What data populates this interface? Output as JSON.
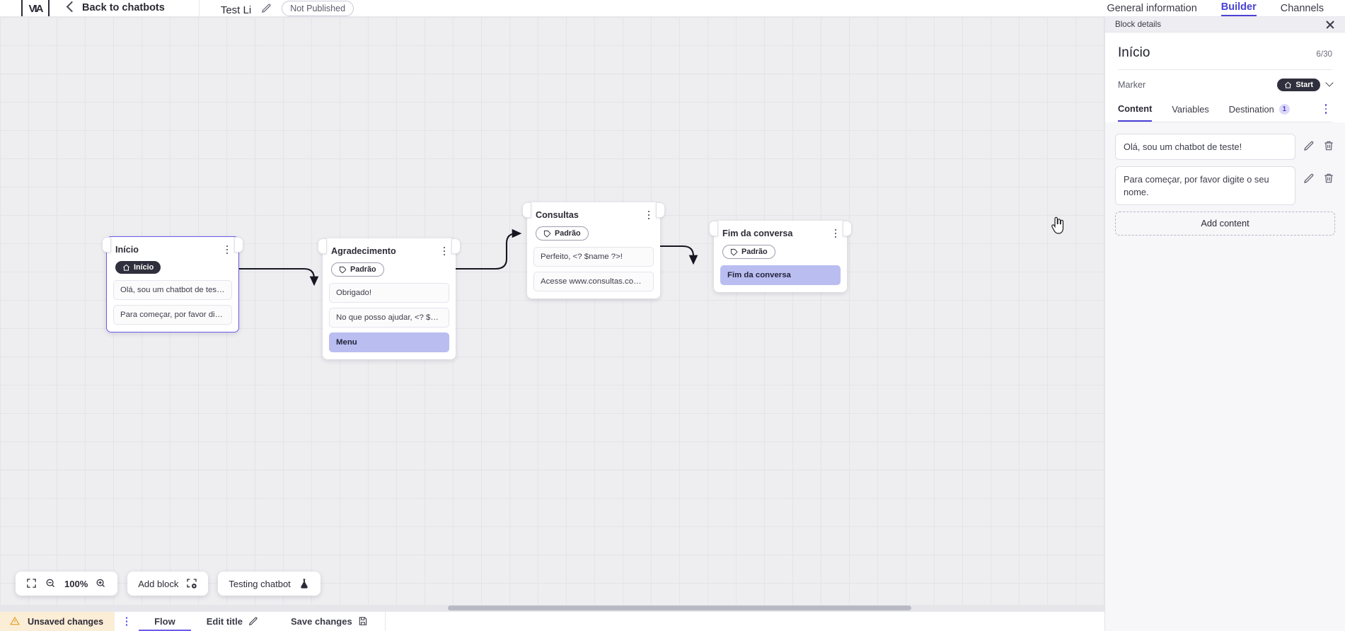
{
  "header": {
    "logo_name": "brand-logo",
    "back_label": "Back to chatbots",
    "bot_title": "Test Li",
    "edit_icon": "pencil-icon",
    "status_badge": "Not Published",
    "tabs": [
      {
        "label": "General information",
        "active": false
      },
      {
        "label": "Builder",
        "active": true
      },
      {
        "label": "Channels",
        "active": false
      }
    ]
  },
  "canvas": {
    "nodes": [
      {
        "title": "Início",
        "chip": {
          "label": "Início",
          "type": "start",
          "icon": "home-icon"
        },
        "messages": [
          {
            "text": "Olá, sou um chatbot de teste!",
            "highlight": false
          },
          {
            "text": "Para começar, por favor digite o ...",
            "highlight": false
          }
        ],
        "selected": true
      },
      {
        "title": "Agradecimento",
        "chip": {
          "label": "Padrão",
          "type": "default",
          "icon": "tag-icon"
        },
        "messages": [
          {
            "text": "Obrigado!",
            "highlight": false
          },
          {
            "text": "No que posso ajudar, <? $name ...",
            "highlight": false
          },
          {
            "text": "Menu",
            "highlight": true
          }
        ],
        "selected": false
      },
      {
        "title": "Consultas",
        "chip": {
          "label": "Padrão",
          "type": "default",
          "icon": "tag-icon"
        },
        "messages": [
          {
            "text": "Perfeito, <? $name ?>!",
            "highlight": false
          },
          {
            "text": "Acesse www.consultas.com par...",
            "highlight": false
          }
        ],
        "selected": false
      },
      {
        "title": "Fim da conversa",
        "chip": {
          "label": "Padrão",
          "type": "default",
          "icon": "tag-icon"
        },
        "messages": [
          {
            "text": "Fim da conversa",
            "highlight": true
          }
        ],
        "selected": false
      }
    ],
    "toolbar": {
      "fit_icon": "fit-screen-icon",
      "zoom_out_icon": "zoom-out-icon",
      "zoom_level": "100%",
      "zoom_in_icon": "zoom-in-icon",
      "add_block_label": "Add block",
      "add_block_icon": "add-block-icon",
      "testing_label": "Testing chatbot",
      "testing_icon": "flask-icon"
    }
  },
  "bottom_bar": {
    "unsaved_label": "Unsaved changes",
    "warning_icon": "warning-icon",
    "kebab_icon": "kebab-menu-icon",
    "flow_label": "Flow",
    "edit_title_label": "Edit title",
    "edit_title_icon": "pencil-icon",
    "save_label": "Save changes",
    "save_icon": "floppy-disk-icon"
  },
  "panel": {
    "bar_title": "Block details",
    "close_icon": "close-icon",
    "block_title": "Início",
    "char_count": "6/30",
    "marker_label": "Marker",
    "marker_value": "Start",
    "marker_icon": "home-icon",
    "tabs": [
      {
        "label": "Content",
        "active": true,
        "badge": ""
      },
      {
        "label": "Variables",
        "active": false,
        "badge": ""
      },
      {
        "label": "Destination",
        "active": false,
        "badge": "1"
      }
    ],
    "contents": [
      {
        "text": "Olá, sou um chatbot de teste!",
        "edit_icon": "pencil-icon",
        "delete_icon": "trash-icon"
      },
      {
        "text": "Para começar, por favor digite o seu nome.",
        "edit_icon": "pencil-icon",
        "delete_icon": "trash-icon"
      }
    ],
    "add_content_label": "Add content"
  },
  "colors": {
    "accent": "#4a42d6",
    "highlight": "#b9bdf0",
    "warning_bg": "#fcedd6",
    "canvas_bg": "#eeeef1"
  }
}
